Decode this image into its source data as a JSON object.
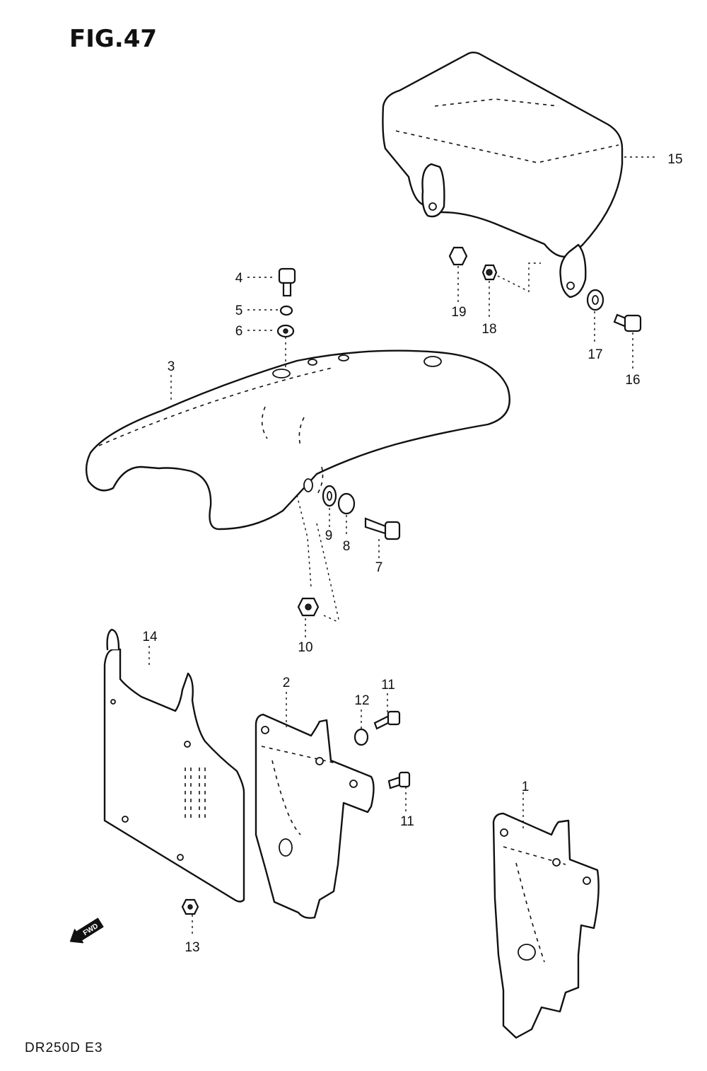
{
  "figure": {
    "title": "FIG.47",
    "model_code": "DR250D  E3",
    "fwd_label": "FWD"
  },
  "callouts": [
    {
      "id": "1",
      "label": "1"
    },
    {
      "id": "2",
      "label": "2"
    },
    {
      "id": "3",
      "label": "3"
    },
    {
      "id": "4",
      "label": "4"
    },
    {
      "id": "5",
      "label": "5"
    },
    {
      "id": "6",
      "label": "6"
    },
    {
      "id": "7",
      "label": "7"
    },
    {
      "id": "8",
      "label": "8"
    },
    {
      "id": "9",
      "label": "9"
    },
    {
      "id": "10",
      "label": "10"
    },
    {
      "id": "11a",
      "label": "11"
    },
    {
      "id": "11b",
      "label": "11"
    },
    {
      "id": "12",
      "label": "12"
    },
    {
      "id": "13",
      "label": "13"
    },
    {
      "id": "14",
      "label": "14"
    },
    {
      "id": "15",
      "label": "15"
    },
    {
      "id": "16",
      "label": "16"
    },
    {
      "id": "17",
      "label": "17"
    },
    {
      "id": "18",
      "label": "18"
    },
    {
      "id": "19",
      "label": "19"
    }
  ],
  "colors": {
    "ink": "#111111",
    "paper": "#ffffff"
  }
}
